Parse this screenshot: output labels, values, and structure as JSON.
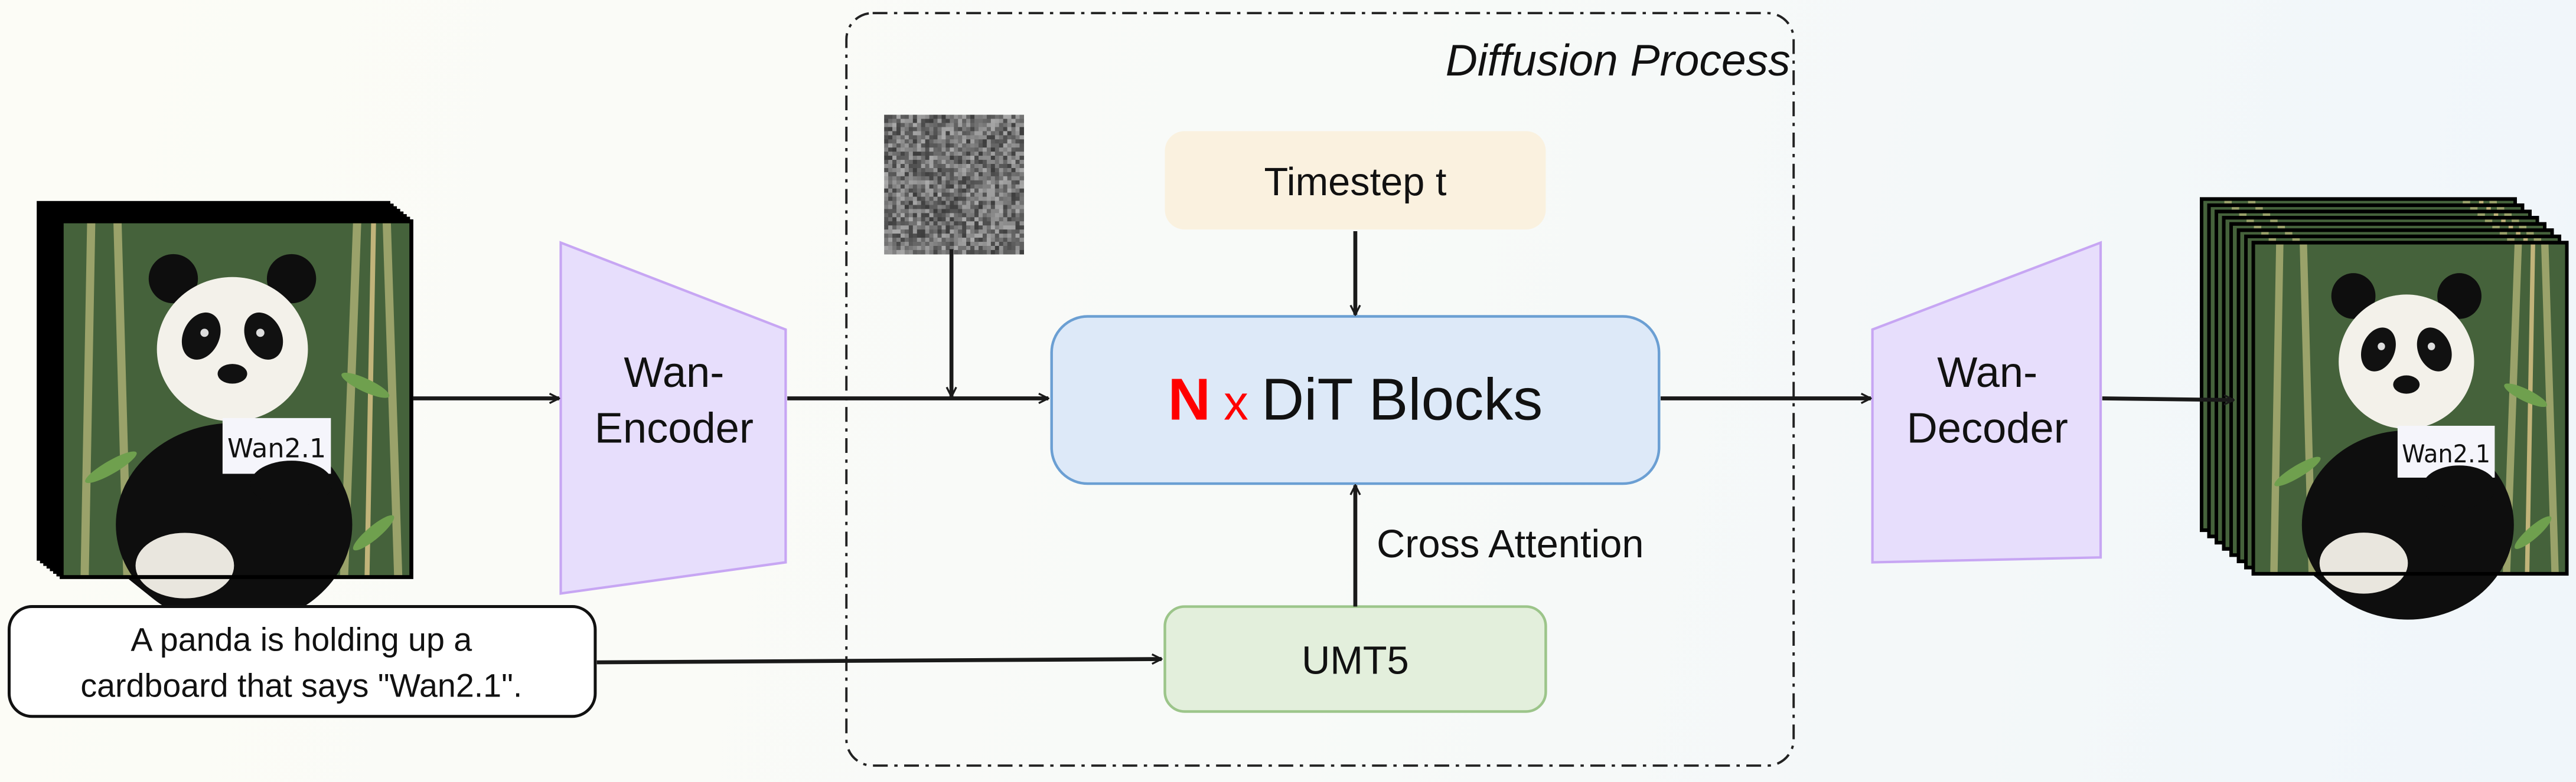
{
  "diffusion_process": {
    "label": "Diffusion Process"
  },
  "timestep": {
    "label": "Timestep t"
  },
  "dit": {
    "n": "N",
    "times": "x",
    "label": "DiT Blocks"
  },
  "cross_attention": {
    "label": "Cross Attention"
  },
  "umt5": {
    "label": "UMT5"
  },
  "encoder": {
    "line1": "Wan-",
    "line2": "Encoder"
  },
  "decoder": {
    "line1": "Wan-",
    "line2": "Decoder"
  },
  "prompt": {
    "line1": "A panda is holding up a",
    "line2": "cardboard that says \"Wan2.1\"."
  },
  "panda_sign": "Wan2.1",
  "colors": {
    "timestep_fill": "#faf1df",
    "dit_fill": "#dde9f8",
    "dit_stroke": "#6b9fd3",
    "umt5_fill": "#e3efdc",
    "umt5_stroke": "#9cc58a",
    "vae_fill": "#e7defc",
    "vae_stroke": "#c7a6f3",
    "accent_red": "#ff0000"
  }
}
